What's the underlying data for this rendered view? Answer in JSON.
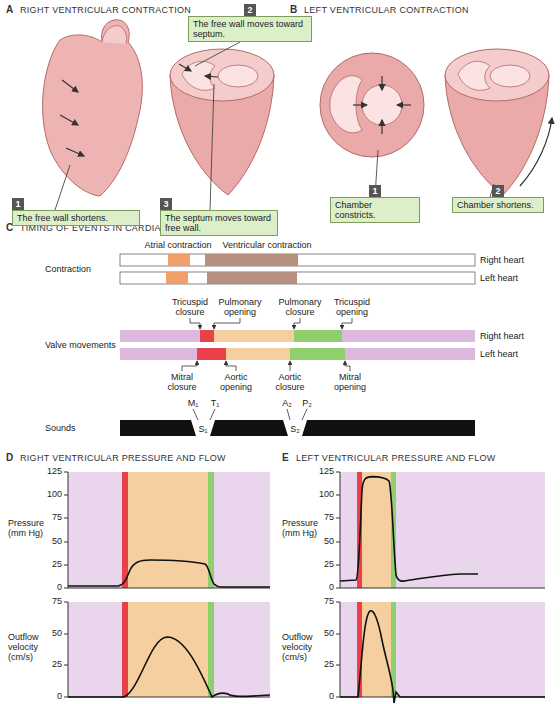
{
  "diagram": {
    "nodes": [
      {
        "text": [
          "1",
          "The free wall shortens."
        ]
      },
      {
        "text": [
          "2",
          "The free wall moves toward septum."
        ]
      },
      {
        "text": [
          "3",
          "The septum moves toward free wall."
        ]
      },
      {
        "text": [
          "1",
          "Chamber constricts."
        ]
      },
      {
        "text": [
          "2",
          "Chamber shortens."
        ]
      }
    ],
    "labels": [
      "A",
      "RIGHT VENTRICULAR CONTRACTION",
      "B",
      "LEFT VENTRICULAR CONTRACTION",
      "C",
      "TIMING OF EVENTS IN CARDIAC CYCLE",
      "Atrial contraction",
      "Ventricular contraction",
      "Contraction",
      "Right heart",
      "Left heart",
      "Tricuspid closure",
      "Pulmonary opening",
      "Pulmonary closure",
      "Tricuspid opening",
      "Valve movements",
      "Right heart",
      "Left heart",
      "Mitral closure",
      "Aortic opening",
      "Aortic closure",
      "Mitral opening",
      "Sounds",
      "M₁",
      "T₁",
      "S₁",
      "A₂",
      "P₂",
      "S₂",
      "D",
      "RIGHT VENTRICULAR PRESSURE AND FLOW",
      "E",
      "LEFT VENTRICULAR PRESSURE AND FLOW",
      "Pressure (mm Hg)",
      "125",
      "100",
      "75",
      "50",
      "25",
      "0",
      "Outflow velocity (cm/s)",
      "75",
      "50",
      "25",
      "0",
      "Pressure (mm Hg)",
      "125",
      "100",
      "75",
      "50",
      "25",
      "0",
      "Outflow velocity (cm/s)",
      "75",
      "50",
      "25",
      "0"
    ]
  }
}
